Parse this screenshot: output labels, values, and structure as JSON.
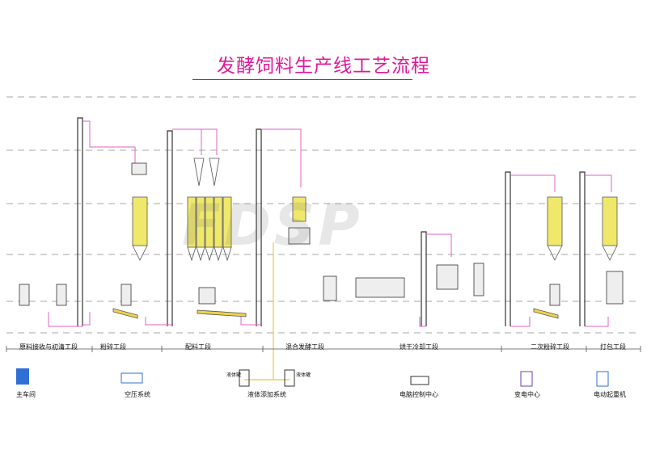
{
  "title": "发酵饲料生产线工艺流程",
  "watermark": "FDSP",
  "sections": [
    {
      "label": "原料接收与初清工段"
    },
    {
      "label": "粉碎工段"
    },
    {
      "label": "配料工段"
    },
    {
      "label": "混合发酵工段"
    },
    {
      "label": "烘干冷却工段"
    },
    {
      "label": "二次粉碎工段"
    },
    {
      "label": "打包工段"
    }
  ],
  "facilities": [
    {
      "label": "主车间"
    },
    {
      "label": "空压系统"
    },
    {
      "label": "液体添加系统"
    },
    {
      "label": "电脑控制中心"
    },
    {
      "label": "变电中心"
    },
    {
      "label": "电动起重机"
    }
  ],
  "tank_labels": [
    "液体罐",
    "液体罐"
  ],
  "colors": {
    "title": "#e0189a",
    "bins": "#f0e86a",
    "pipe": "#e060c8",
    "conveyor": "#f0d24a",
    "liquid": "#e8c840",
    "blue": "#2f6fd6"
  }
}
